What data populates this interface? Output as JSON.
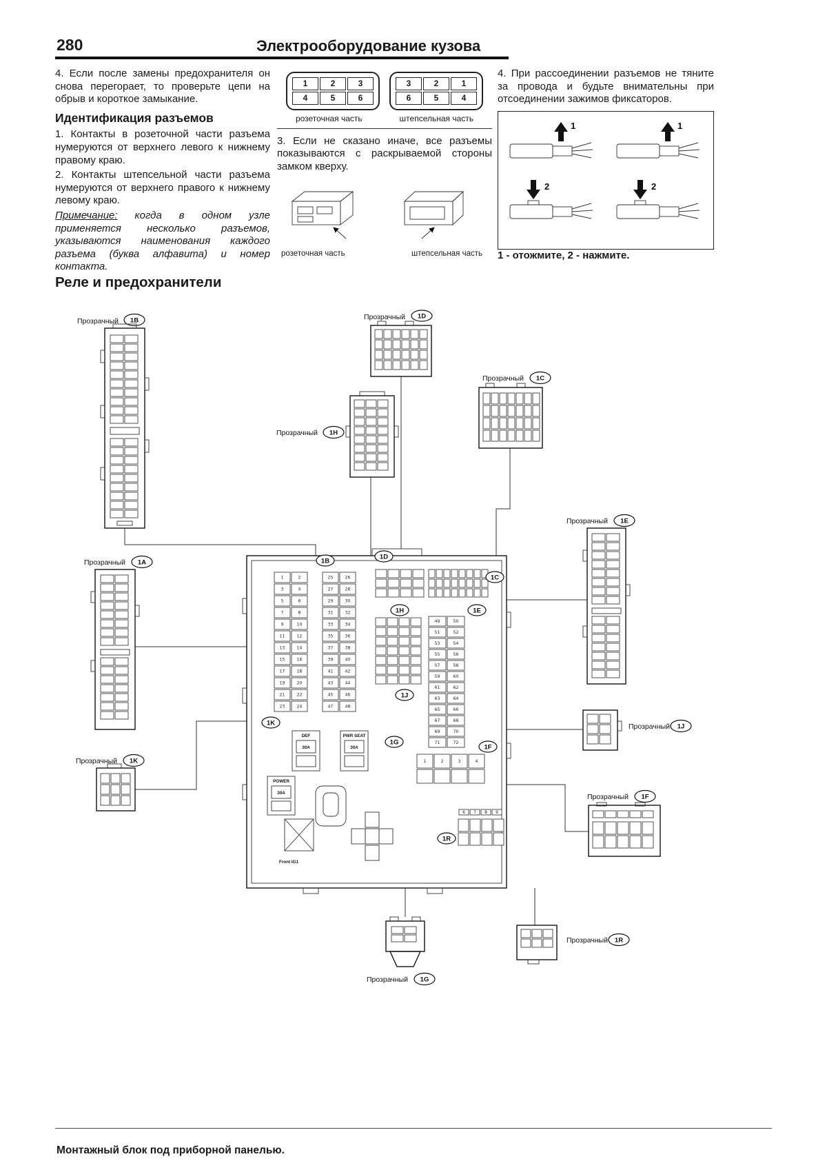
{
  "page": {
    "number": "280",
    "title": "Электрооборудование кузова"
  },
  "left_col": {
    "item4": "4. Если после замены предохранителя он снова перегорает, то проверьте цепи на обрыв и короткое замыкание.",
    "heading": "Идентификация разъемов",
    "item1": "1. Контакты в розеточной части разъема нумеруются от верхнего левого к нижнему правому краю.",
    "item2": "2. Контакты штепсельной части разъема нумеруются от верхнего правого к нижнему левому краю.",
    "note_label": "Примечание:",
    "note_text": "когда в одном узле применяется несколько разъемов, указываются наименования каждого разъема (буква алфавита) и номер контакта."
  },
  "mid_col": {
    "socket_rows": [
      [
        "1",
        "2",
        "3"
      ],
      [
        "4",
        "5",
        "6"
      ]
    ],
    "plug_rows": [
      [
        "3",
        "2",
        "1"
      ],
      [
        "6",
        "5",
        "4"
      ]
    ],
    "socket_label": "розеточная часть",
    "plug_label": "штепсельная часть",
    "item3": "3. Если не сказано иначе, все разъемы показываются с раскрываемой стороны замком кверху."
  },
  "right_col": {
    "item4": "4. При рассоединении разъемов не тяните за провода и будьте внимательны при отсоединении зажимов фиксаторов.",
    "step1": "1",
    "step2": "2",
    "caption": "1 - отожмите, 2 - нажмите."
  },
  "section": {
    "heading": "Реле и предохранители",
    "caption": "Монтажный блок под приборной панелью."
  },
  "diagram": {
    "transparent": "Прозрачный",
    "tags": {
      "a": "1A",
      "b": "1B",
      "c": "1C",
      "d": "1D",
      "e": "1E",
      "f": "1F",
      "g": "1G",
      "h": "1H",
      "j": "1J",
      "k": "1K",
      "r": "1R"
    },
    "fusebox": {
      "relay_def": "DEF",
      "relay_pwr_seat": "PWR SEAT",
      "relay_power": "POWER",
      "fuse_30a": "30A",
      "bottom_label": "Front IG1",
      "col1": [
        "1",
        "2",
        "3",
        "4",
        "5",
        "6",
        "7",
        "8",
        "9",
        "10",
        "11",
        "12",
        "13",
        "14",
        "15",
        "16",
        "17",
        "18",
        "19",
        "20",
        "21",
        "22",
        "23",
        "24"
      ],
      "col2": [
        "25",
        "26",
        "27",
        "28",
        "29",
        "30",
        "31",
        "32",
        "33",
        "34",
        "35",
        "36",
        "37",
        "38",
        "39",
        "40",
        "41",
        "42",
        "43",
        "44",
        "45",
        "46",
        "47",
        "48"
      ],
      "col3": [
        "49",
        "50",
        "51",
        "52",
        "53",
        "54",
        "55",
        "56",
        "57",
        "58",
        "59",
        "60",
        "61",
        "62",
        "63",
        "64",
        "65",
        "66",
        "67",
        "68",
        "69",
        "70",
        "71",
        "72"
      ],
      "relay_row": [
        "1",
        "2",
        "3",
        "4"
      ],
      "small_row": [
        "6",
        "7",
        "8",
        "9"
      ]
    }
  }
}
